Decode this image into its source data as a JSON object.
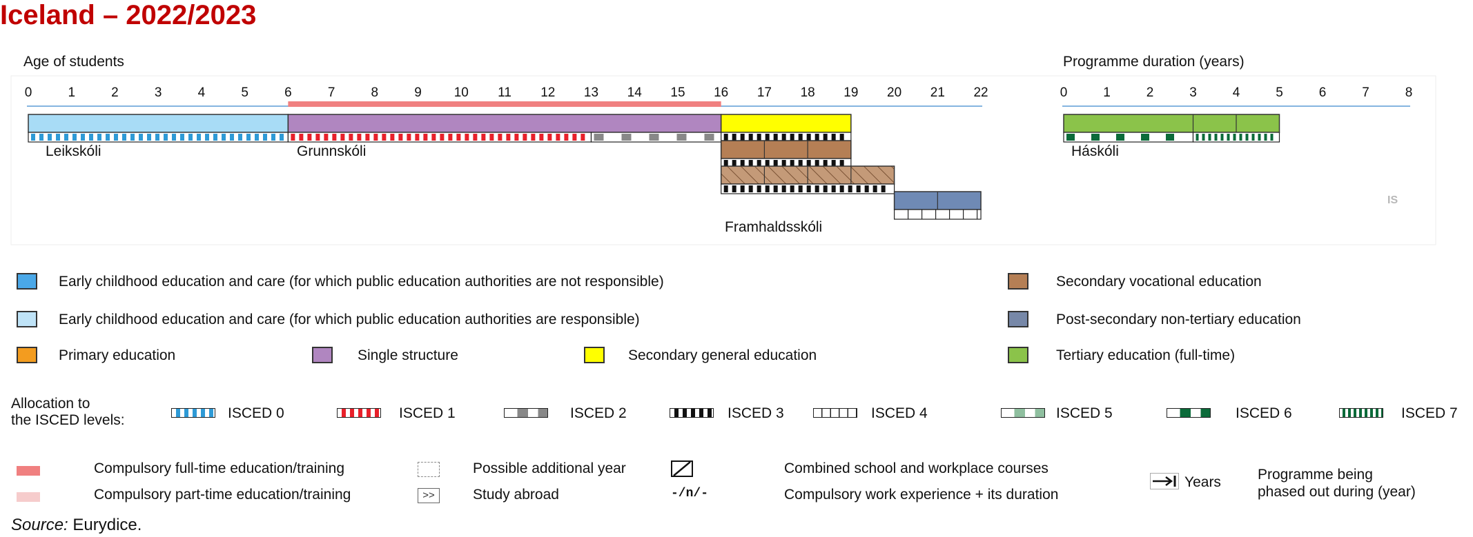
{
  "title": "Iceland – 2022/2023",
  "age_axis": {
    "label": "Age of students",
    "ticks": [
      "0",
      "1",
      "2",
      "3",
      "4",
      "5",
      "6",
      "7",
      "8",
      "9",
      "10",
      "11",
      "12",
      "13",
      "14",
      "15",
      "16",
      "17",
      "18",
      "19",
      "20",
      "21",
      "22"
    ]
  },
  "duration_axis": {
    "label": "Programme duration (years)",
    "ticks": [
      "0",
      "1",
      "2",
      "3",
      "4",
      "5",
      "6",
      "7",
      "8"
    ]
  },
  "compulsory": {
    "from_age": 6,
    "to_age": 16,
    "color": "#f08080"
  },
  "bars": [
    {
      "name": "Leikskóli",
      "from": 0,
      "to": 6,
      "row": 0,
      "fill": "#a8dcf6",
      "isced": "isced0",
      "divisions": []
    },
    {
      "name": "Grunnskóli",
      "from": 6,
      "to": 16,
      "row": 0,
      "fill": "#b086c0",
      "isced_segments": [
        {
          "from": 6,
          "to": 13,
          "isced": "isced1"
        },
        {
          "from": 13,
          "to": 16,
          "isced": "isced2"
        }
      ],
      "divisions": []
    },
    {
      "name": "Framhaldsskóli general",
      "from": 16,
      "to": 19,
      "row": 0,
      "fill": "#ffff00",
      "isced": "isced3",
      "divisions": []
    },
    {
      "name": "Framhaldsskóli vocational",
      "from": 16,
      "to": 19,
      "row": 1,
      "fill": "#b57f55",
      "isced": "isced3",
      "divisions": [
        17,
        18
      ]
    },
    {
      "name": "Framhaldsskóli combined",
      "from": 16,
      "to": 20,
      "row": 2,
      "fill": "#c49a78",
      "hatch": true,
      "isced": "isced3",
      "divisions": [
        17,
        18,
        19
      ]
    },
    {
      "name": "Post-secondary",
      "from": 20,
      "to": 22,
      "row": 3,
      "fill": "#6f8ab5",
      "isced": "isced4",
      "divisions": [
        21
      ]
    }
  ],
  "tertiary_bars": [
    {
      "name": "Háskóli",
      "from": 0,
      "to": 5,
      "row": 0,
      "fill": "#8bc34a",
      "isced_segments": [
        {
          "from": 0,
          "to": 3,
          "isced": "isced6"
        },
        {
          "from": 3,
          "to": 5,
          "isced": "isced7"
        }
      ],
      "divisions": [
        3,
        4
      ]
    }
  ],
  "school_labels": {
    "leikskoli": "Leikskóli",
    "grunnskoli": "Grunnskóli",
    "framhaldsskoli": "Framhaldsskóli",
    "haskoli": "Háskóli"
  },
  "country_code": "IS",
  "legend": {
    "ecec_not_responsible": {
      "label": "Early childhood education and care (for which public education authorities are not responsible)",
      "color": "#4aa8e8"
    },
    "ecec_responsible": {
      "label": "Early childhood education and care (for which public education authorities are responsible)",
      "color": "#bfe3f7"
    },
    "primary": {
      "label": "Primary education",
      "color": "#f39c1f"
    },
    "single_structure": {
      "label": "Single structure",
      "color": "#b086c0"
    },
    "secondary_general": {
      "label": "Secondary general education",
      "color": "#ffff00"
    },
    "secondary_vocational": {
      "label": "Secondary vocational education",
      "color": "#b57f55"
    },
    "post_secondary": {
      "label": "Post-secondary non-tertiary education",
      "color": "#7788a8"
    },
    "tertiary": {
      "label": "Tertiary education (full-time)",
      "color": "#8bc34a"
    }
  },
  "isced": {
    "heading": "Allocation to\nthe ISCED levels:",
    "items": [
      {
        "key": "isced0",
        "label": "ISCED 0",
        "color": "#2e9ad6"
      },
      {
        "key": "isced1",
        "label": "ISCED 1",
        "color": "#e8202a"
      },
      {
        "key": "isced2",
        "label": "ISCED 2",
        "color": "#888888"
      },
      {
        "key": "isced3",
        "label": "ISCED 3",
        "color": "#111111"
      },
      {
        "key": "isced4",
        "label": "ISCED 4",
        "color": "#ffffff"
      },
      {
        "key": "isced5",
        "label": "ISCED 5",
        "color": "#8fbf9f"
      },
      {
        "key": "isced6",
        "label": "ISCED 6",
        "color": "#0b6b3a"
      },
      {
        "key": "isced7",
        "label": "ISCED 7",
        "color": "#0b6b3a"
      }
    ]
  },
  "footer": {
    "compulsory_full": "Compulsory full-time education/training",
    "compulsory_part": "Compulsory part-time education/training",
    "additional_year": "Possible additional year",
    "study_abroad": "Study abroad",
    "study_abroad_icon": ">>",
    "combined": "Combined school and workplace courses",
    "work_experience": "Compulsory work experience + its duration",
    "work_experience_icon": "-/n/-",
    "years": "Years",
    "phased_out": "Programme being\nphased out during (year)"
  },
  "source": {
    "label": "Source:",
    "text": " Eurydice."
  }
}
